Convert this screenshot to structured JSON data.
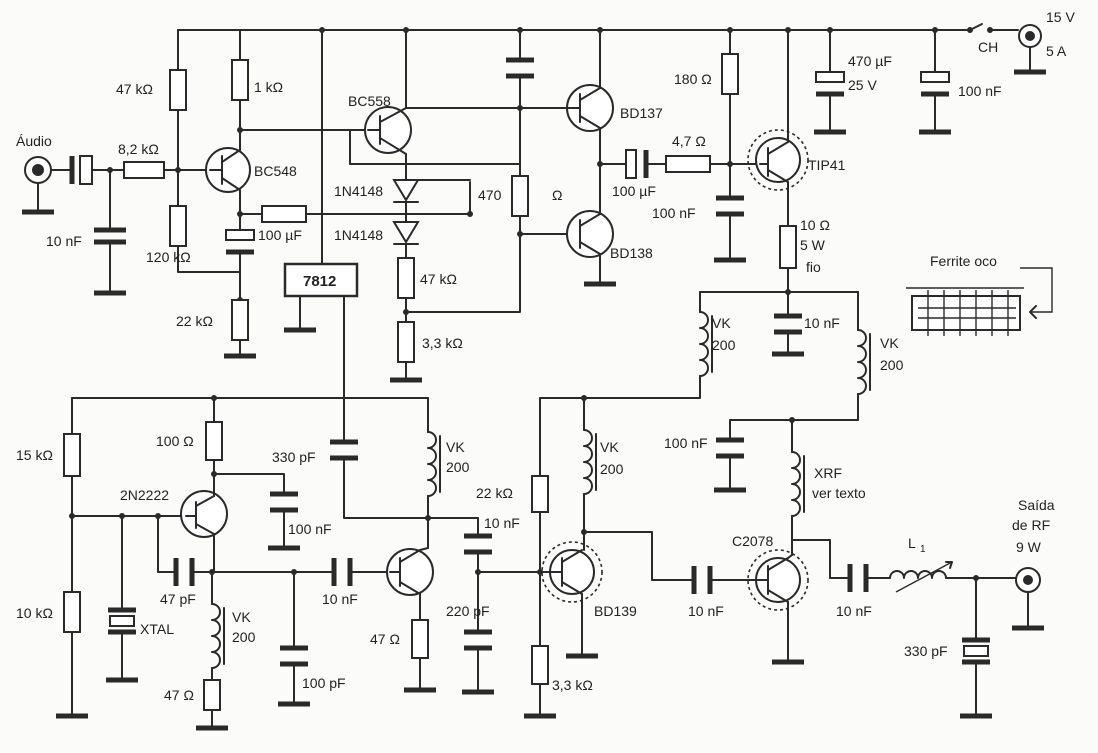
{
  "labels": {
    "supply_v": "15 V",
    "supply_a": "5 A",
    "switch": "CH",
    "c_470uf": "470 µF",
    "c_470uf_v": "25 V",
    "c_100nf_top": "100 nF",
    "r_180": "180 Ω",
    "r_4_7": "4,7 Ω",
    "q_tip41": "TIP41",
    "c_100uf_mid": "100 µF",
    "c_100nf_mid": "100 nF",
    "r_10_5w_a": "10 Ω",
    "r_10_5w_b": "5 W",
    "r_10_5w_c": "fio",
    "q_bd137": "BD137",
    "r_470_a": "470",
    "r_470_b": "Ω",
    "q_bd138": "BD138",
    "q_bc558": "BC558",
    "d1": "1N4148",
    "d2": "1N4148",
    "r_47k_mid": "47 kΩ",
    "r_3_3k_mid": "3,3 kΩ",
    "r_1k": "1 kΩ",
    "r_47k_left": "47 kΩ",
    "r_8_2k": "8,2 kΩ",
    "audio": "Áudio",
    "q_bc548": "BC548",
    "c_10nf_audio": "10 nF",
    "r_120k": "120 kΩ",
    "c_100uf_left": "100 µF",
    "reg_7812": "7812",
    "r_22k_top": "22 kΩ",
    "ferrite": "Ferrite oco",
    "vk_a": "VK",
    "vk_a2": "200",
    "c_10nf_out1": "10 nF",
    "vk_b": "VK",
    "vk_b2": "200",
    "c_100nf_low": "100 nF",
    "xrf": "XRF",
    "xrf2": "ver texto",
    "r_15k": "15 kΩ",
    "r_100": "100 Ω",
    "c_330pf": "330 pF",
    "vk_c": "VK",
    "vk_c2": "200",
    "q_2n2222": "2N2222",
    "c_100nf_osc": "100 nF",
    "c_10nf_osc": "10 nF",
    "r_22k_mid": "22 kΩ",
    "vk_d": "VK",
    "vk_d2": "200",
    "q_c2078": "C2078",
    "out_a": "Saída",
    "out_b": "de RF",
    "out_c": "9 W",
    "l1": "L",
    "l1_sub": "1",
    "c_47pf": "47 pF",
    "c_10nf_buf": "10 nF",
    "c_220pf": "220 pF",
    "q_bd139": "BD139",
    "c_10nf_drv": "10 nF",
    "c_10nf_out2": "10 nF",
    "r_10k": "10 kΩ",
    "xtal": "XTAL",
    "vk_e": "VK",
    "vk_e2": "200",
    "c_100pf": "100 pF",
    "r_47_buf": "47 Ω",
    "r_47_osc": "47 Ω",
    "r_3_3k_low": "3,3 kΩ",
    "c_330pf_out": "330 pF"
  }
}
